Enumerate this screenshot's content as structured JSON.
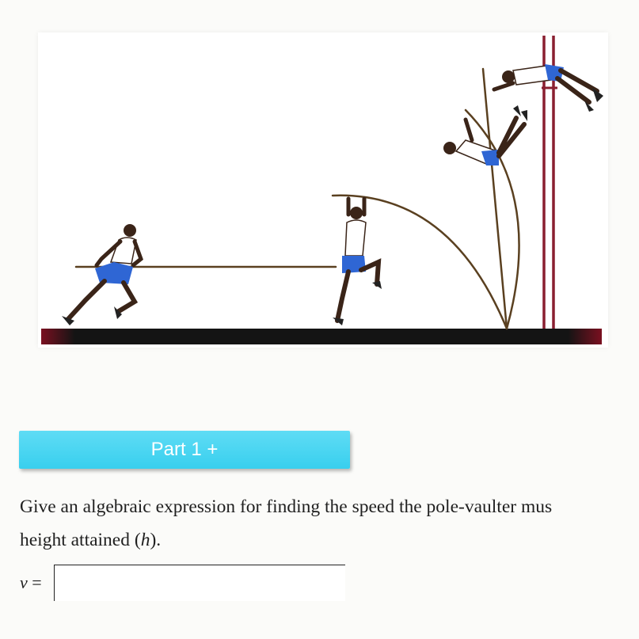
{
  "part_button": {
    "label": "Part 1 +"
  },
  "question": {
    "line1": "Give an algebraic expression for finding the speed the pole-vaulter mus",
    "line2_before": "height attained (",
    "line2_var": "h",
    "line2_after": ")."
  },
  "answer": {
    "var": "v",
    "equals": " =",
    "value": ""
  },
  "colors": {
    "accent_button": "#45d4f0",
    "uprights": "#8a1f30",
    "pole": "#5a4020",
    "ground": "#141414",
    "shorts": "#2f66d4"
  }
}
